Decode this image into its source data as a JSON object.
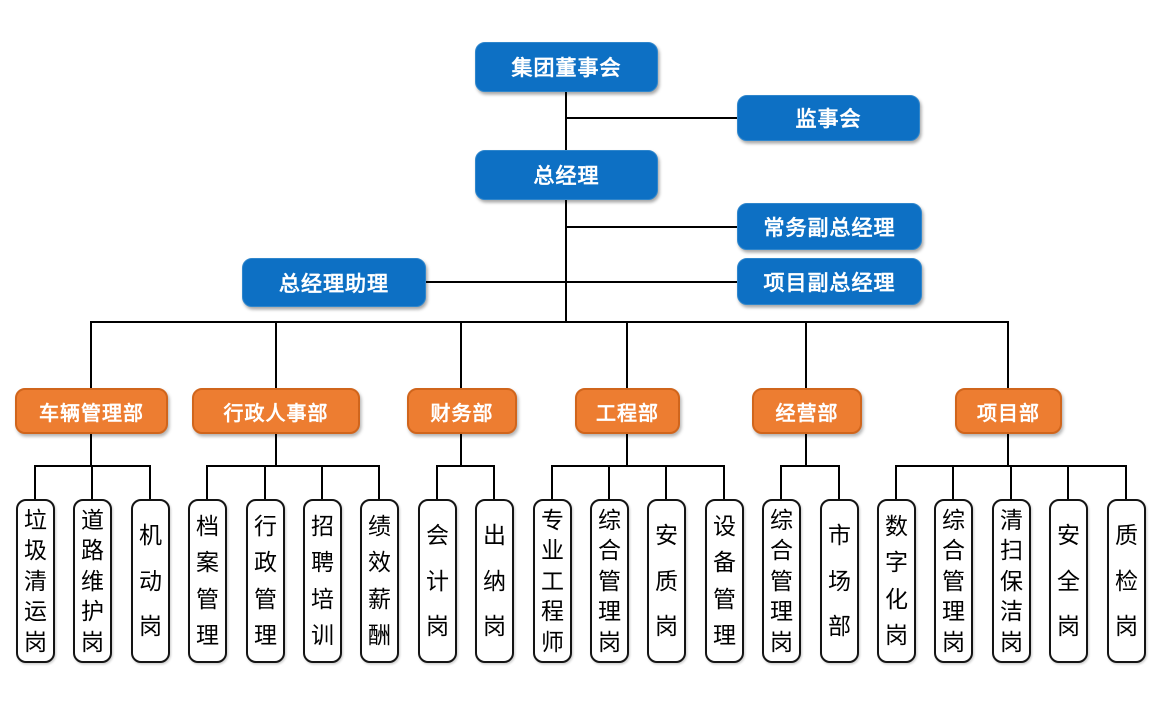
{
  "colors": {
    "executive_fill": "#0D70C4",
    "department_fill": "#ED7D31",
    "position_fill": "#FFFFFF",
    "connector": "#000000"
  },
  "top": {
    "board": "集团董事会",
    "supervisory": "监事会",
    "gm": "总经理",
    "exec_deputy_gm": "常务副总经理",
    "project_deputy_gm": "项目副总经理",
    "gm_assistant": "总经理助理"
  },
  "departments": [
    {
      "label": "车辆管理部",
      "children": [
        "垃圾清运岗",
        "道路维护岗",
        "机动岗"
      ]
    },
    {
      "label": "行政人事部",
      "children": [
        "档案管理",
        "行政管理",
        "招聘培训",
        "绩效薪酬"
      ]
    },
    {
      "label": "财务部",
      "children": [
        "会计岗",
        "出纳岗"
      ]
    },
    {
      "label": "工程部",
      "children": [
        "专业工程师",
        "综合管理岗",
        "安质岗",
        "设备管理"
      ]
    },
    {
      "label": "经营部",
      "children": [
        "综合管理岗",
        "市场部"
      ]
    },
    {
      "label": "项目部",
      "children": [
        "数字化岗",
        "综合管理岗",
        "清扫保洁岗",
        "安全岗",
        "质检岗"
      ]
    }
  ]
}
